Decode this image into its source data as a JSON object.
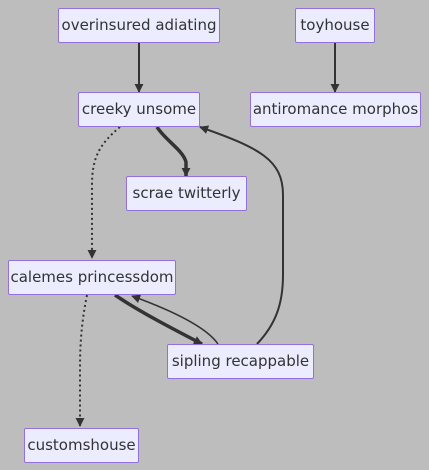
{
  "nodes": {
    "overinsured_adiating": "overinsured adiating",
    "toyhouse": "toyhouse",
    "creeky_unsome": "creeky unsome",
    "antiromance_morphos": "antiromance morphos",
    "scrae_twitterly": "scrae twitterly",
    "calemes_princessdom": "calemes princessdom",
    "sipling_recappable": "sipling recappable",
    "customshouse": "customshouse"
  },
  "edges": [
    {
      "from": "overinsured adiating",
      "to": "creeky unsome",
      "style": "solid"
    },
    {
      "from": "toyhouse",
      "to": "antiromance morphos",
      "style": "solid"
    },
    {
      "from": "creeky unsome",
      "to": "scrae twitterly",
      "style": "thick"
    },
    {
      "from": "creeky unsome",
      "to": "calemes princessdom",
      "style": "dotted"
    },
    {
      "from": "calemes princessdom",
      "to": "sipling recappable",
      "style": "thick"
    },
    {
      "from": "sipling recappable",
      "to": "calemes princessdom",
      "style": "solid"
    },
    {
      "from": "sipling recappable",
      "to": "creeky unsome",
      "style": "solid"
    },
    {
      "from": "calemes princessdom",
      "to": "customshouse",
      "style": "dotted"
    }
  ],
  "colors": {
    "background": "#bdbdbd",
    "node_fill": "#ececff",
    "node_border": "#9370db",
    "edge": "#333333"
  }
}
